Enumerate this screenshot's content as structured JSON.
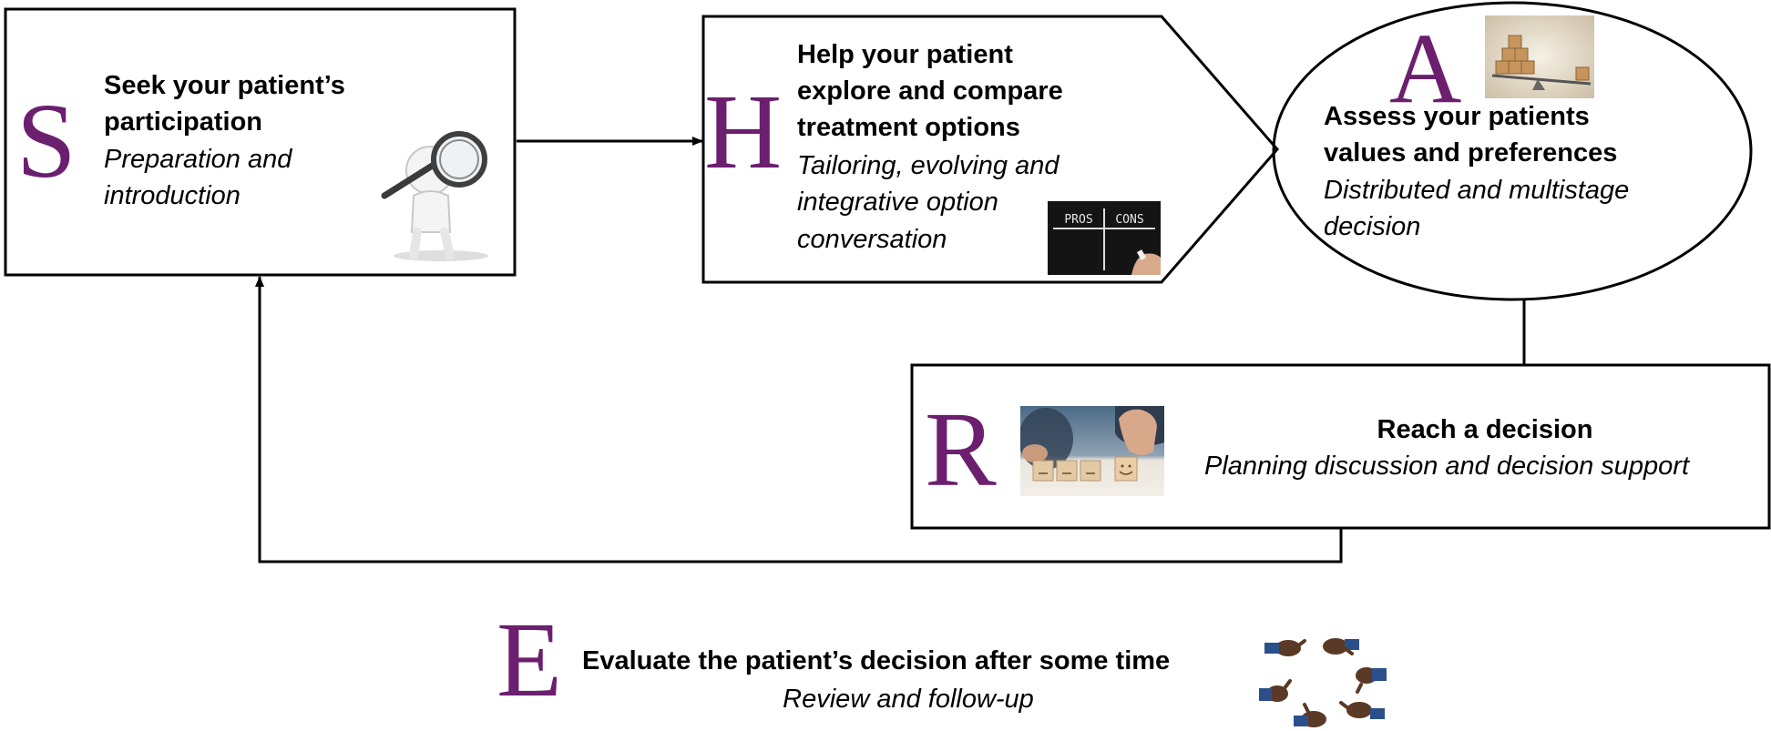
{
  "steps": {
    "s": {
      "letter": "S",
      "title_l1": "Seek your patient’s",
      "title_l2": "participation",
      "sub_l1": "Preparation and",
      "sub_l2": "introduction"
    },
    "h": {
      "letter": "H",
      "title_l1": "Help your patient",
      "title_l2": "explore and compare",
      "title_l3": "treatment options",
      "sub_l1": "Tailoring, evolving and",
      "sub_l2": "integrative option",
      "sub_l3": "conversation"
    },
    "a": {
      "letter": "A",
      "title_l1": "Assess your patients",
      "title_l2": "values and preferences",
      "sub_l1": "Distributed and multistage",
      "sub_l2": "decision"
    },
    "r": {
      "letter": "R",
      "title": "Reach a decision",
      "sub": "Planning discussion and decision support"
    },
    "e": {
      "letter": "E",
      "title": "Evaluate the patient’s decision after some time",
      "sub": "Review and follow-up"
    }
  },
  "images": {
    "chalkboard": {
      "col1": "PROS",
      "col2": "CONS"
    }
  },
  "colors": {
    "letter": "#6b1f6e",
    "stroke": "#000000"
  }
}
